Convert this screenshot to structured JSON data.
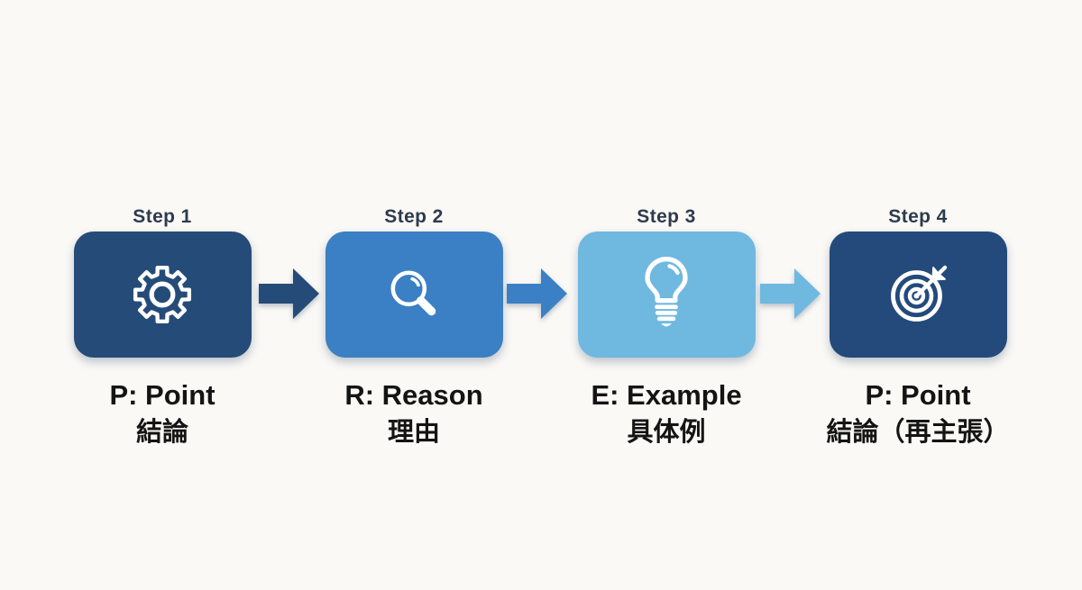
{
  "page": {
    "background_color": "#faf9f6"
  },
  "diagram": {
    "name": "PREP method 4-step flow",
    "steps": [
      {
        "step_label": "Step 1",
        "icon": "gear-icon",
        "box_color": "#254B79",
        "title": "P: Point",
        "subtitle": "結論"
      },
      {
        "step_label": "Step 2",
        "icon": "magnifying-glass-icon",
        "box_color": "#3B80C4",
        "title": "R: Reason",
        "subtitle": "理由"
      },
      {
        "step_label": "Step 3",
        "icon": "lightbulb-icon",
        "box_color": "#6FB8E0",
        "title": "E: Example",
        "subtitle": "具体例"
      },
      {
        "step_label": "Step 4",
        "icon": "target-icon",
        "box_color": "#234A7A",
        "title": "P: Point",
        "subtitle": "結論（再主張）"
      }
    ],
    "arrows": [
      {
        "color": "#254B79"
      },
      {
        "color": "#3B80C4"
      },
      {
        "color": "#6FB8E0"
      }
    ],
    "colors": {
      "step_label_text": "#2E3A4E",
      "label_text": "#141414",
      "icon_stroke": "#FFFFFF"
    }
  }
}
